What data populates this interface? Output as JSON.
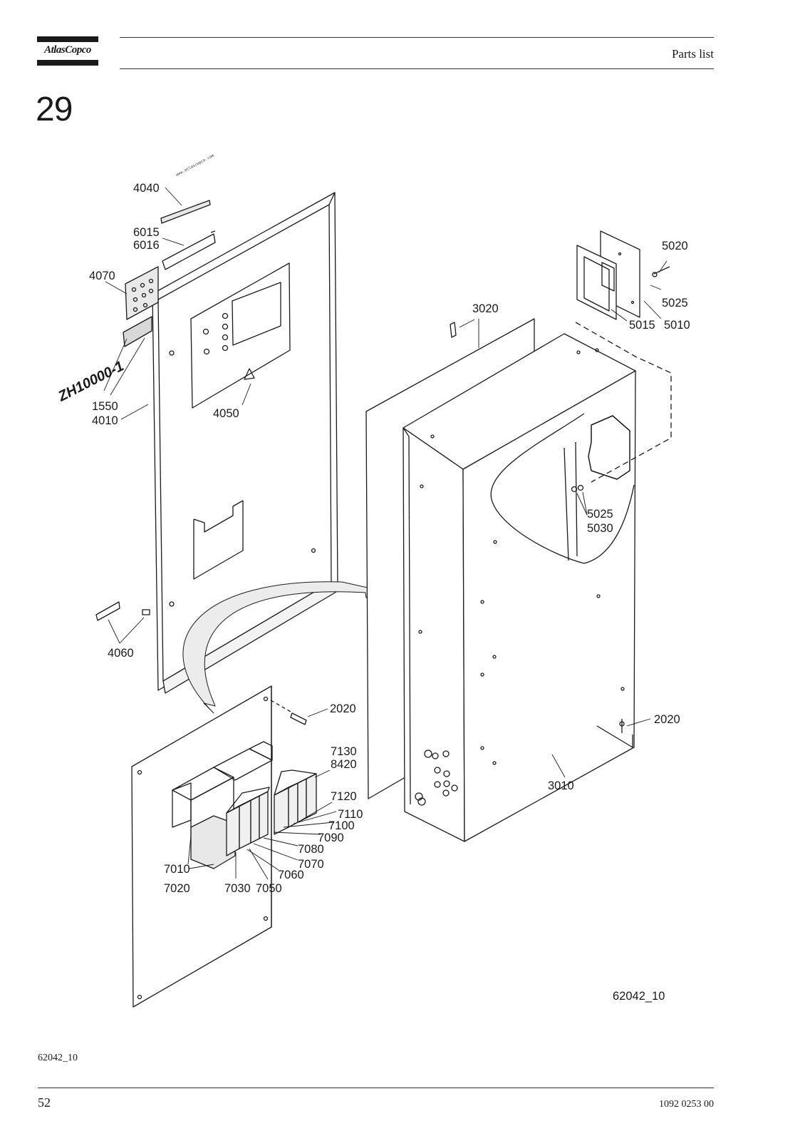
{
  "header": {
    "brand": "AtlasCopco",
    "section": "Parts list"
  },
  "chapter_number": "29",
  "diagram": {
    "callouts": {
      "c4040": "4040",
      "c6015": "6015",
      "c6016": "6016",
      "c4070": "4070",
      "c1550": "1550",
      "c4010": "4010",
      "c4050": "4050",
      "c4060": "4060",
      "c3020": "3020",
      "c5020": "5020",
      "c5025a": "5025",
      "c5015": "5015",
      "c5010": "5010",
      "c5025b": "5025",
      "c5030": "5030",
      "c2020a": "2020",
      "c2020b": "2020",
      "c3010": "3010",
      "c7130": "7130",
      "c8420": "8420",
      "c7120": "7120",
      "c7110": "7110",
      "c7100": "7100",
      "c7090": "7090",
      "c7080": "7080",
      "c7070": "7070",
      "c7060": "7060",
      "c7010": "7010",
      "c7020": "7020",
      "c7030": "7030",
      "c7050": "7050"
    },
    "model_label": "ZH10000-1",
    "url_strip": "www.atlascopco.com",
    "drawing_number": "62042_10"
  },
  "footer": {
    "figure_id": "62042_10",
    "page_number": "52",
    "doc_number": "1092 0253 00"
  }
}
